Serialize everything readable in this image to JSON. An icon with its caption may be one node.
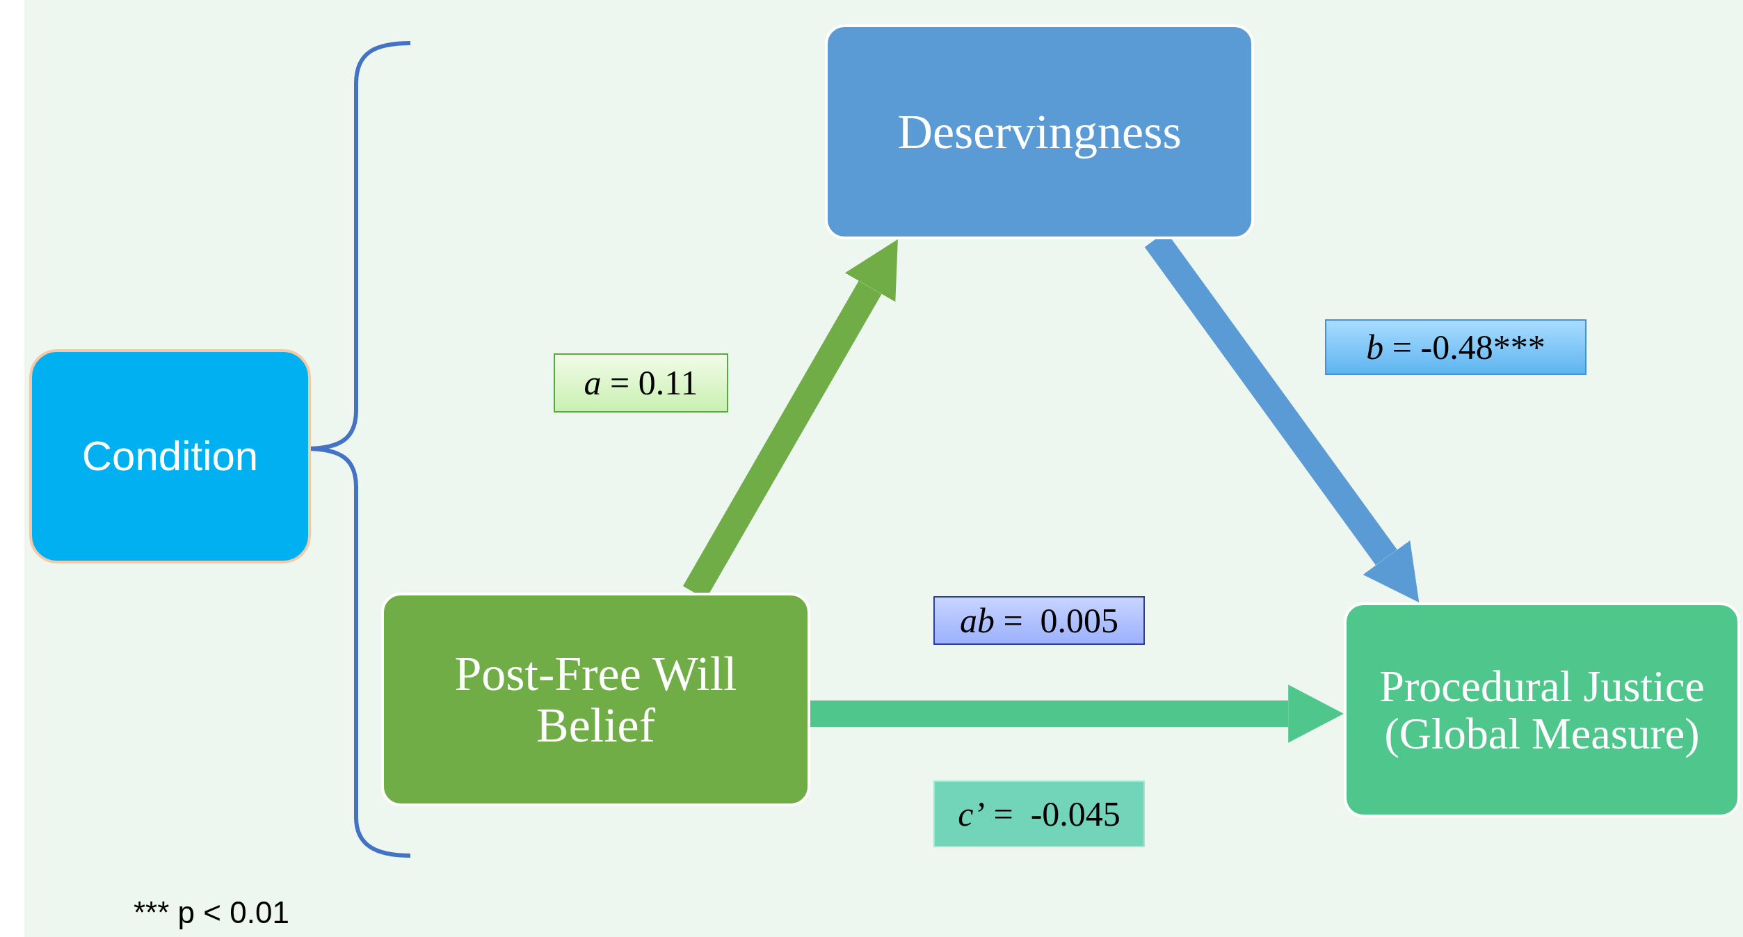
{
  "diagram": {
    "nodes": [
      {
        "text": [
          "Condition"
        ]
      },
      {
        "text": [
          "Deservingness"
        ]
      },
      {
        "text": [
          "*a* = 0.11"
        ]
      },
      {
        "text": [
          "*b* = -0.48***"
        ]
      },
      {
        "text": [
          "Post-Free Will Belief"
        ]
      },
      {
        "text": [
          "*ab* =  0.005"
        ]
      },
      {
        "text": [
          "Procedural Justice (Global Measure)"
        ]
      },
      {
        "text": [
          "*c’* =  -0.045"
        ]
      }
    ],
    "edges": [
      {
        "from": 4,
        "to": 1,
        "arrow": "to",
        "color": "#70ad47"
      },
      {
        "from": 1,
        "to": 6,
        "arrow": "to",
        "color": "#5b9bd5"
      },
      {
        "from": 4,
        "to": 6,
        "arrow": "to",
        "color": "#4fc68c"
      }
    ],
    "labels": [
      "*** p < 0.01"
    ]
  }
}
